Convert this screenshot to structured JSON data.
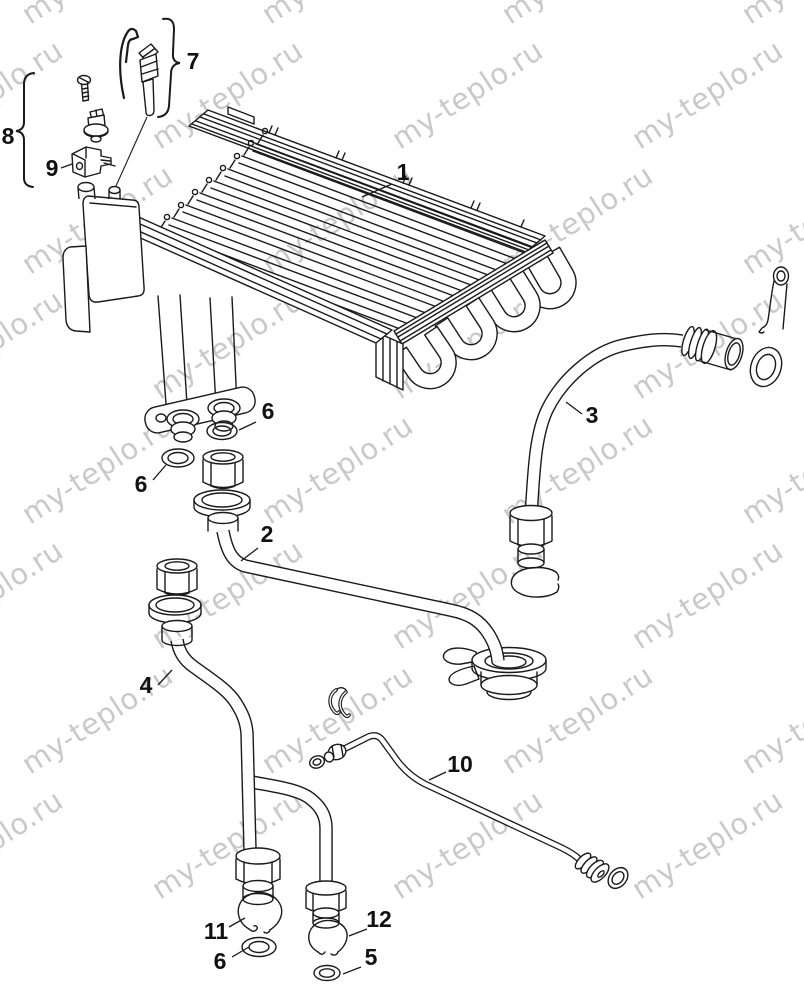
{
  "page": {
    "background": "#ffffff",
    "line_color": "#1a1a1a"
  },
  "watermark": {
    "text": "my-teplo.ru",
    "color": "#c9c9c9",
    "angle_deg": -33
  },
  "diagram": {
    "type": "exploded-parts-diagram",
    "subject": "boiler-heat-exchanger-assembly",
    "callouts": [
      {
        "num": "1",
        "key": "1",
        "part": "heat-exchanger"
      },
      {
        "num": "2",
        "key": "2",
        "part": "upper-connection-pipe"
      },
      {
        "num": "3",
        "key": "3",
        "part": "right-connection-pipe"
      },
      {
        "num": "4",
        "key": "4",
        "part": "lower-connection-pipe"
      },
      {
        "num": "5",
        "key": "5",
        "part": "small-washer"
      },
      {
        "num": "6",
        "key": "6a",
        "part": "gasket-washer"
      },
      {
        "num": "6",
        "key": "6b",
        "part": "gasket-washer"
      },
      {
        "num": "6",
        "key": "6c",
        "part": "gasket-washer"
      },
      {
        "num": "7",
        "key": "7",
        "part": "ignition-electrode"
      },
      {
        "num": "8",
        "key": "8",
        "part": "electrode-fixing-kit"
      },
      {
        "num": "9",
        "key": "9",
        "part": "retaining-bracket"
      },
      {
        "num": "10",
        "key": "10",
        "part": "sensor-pipe"
      },
      {
        "num": "11",
        "key": "11",
        "part": "snap-ring-large"
      },
      {
        "num": "12",
        "key": "12",
        "part": "snap-ring-small"
      }
    ]
  }
}
